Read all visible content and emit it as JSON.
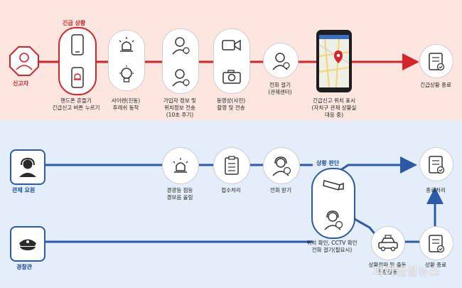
{
  "top": {
    "actor_label": "신고자",
    "emergency_label": "긴급 상황",
    "steps": [
      "핸드폰 흔들기\n긴급신고 버튼 누르기",
      "사이렌(진동)\n후레쉬 동작",
      "가입자 정보 및\n위치정보 전송\n(10초 주기)",
      "동영상(사진)\n촬영 및 전송",
      "전화 걸기\n(관제센터)",
      "긴급신고 위치 표시\n(자치구 관제 상황실\n대응 중)",
      "긴급상황 종료"
    ]
  },
  "bottom": {
    "control_label": "관제 요원",
    "police_label": "경찰관",
    "judgment_label": "상황 판단",
    "steps": [
      "경광등 점등\n경보음 울림",
      "접수처리",
      "전화 받기",
      "위치 확인, CCTV 확인\n전화 걸기(필요시)",
      "종료처리",
      "상황전파 및 출동\n현장출동",
      "상황 종료"
    ]
  },
  "watermark": "파이낸셜뉴스",
  "colors": {
    "red": "#d6242a",
    "blue": "#2a5aa8",
    "top_bg": "#fde6df",
    "bottom_bg": "#e3eefa"
  }
}
